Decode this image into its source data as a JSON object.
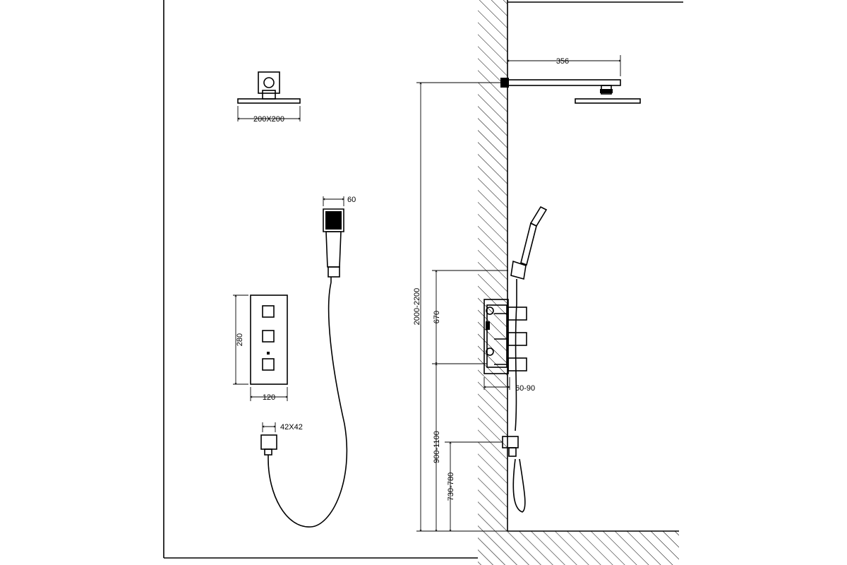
{
  "dimensions": {
    "shower_head_top_view": "200X200",
    "hand_shower_width": "60",
    "valve_height": "280",
    "valve_width": "120",
    "outlet_size": "42X42",
    "arm_length": "356",
    "head_height": "2000-2200",
    "hand_holder_offset": "670",
    "wall_depth": "60-90",
    "valve_height_from_floor": "900-1100",
    "outlet_height_from_floor": "730-780"
  },
  "colors": {
    "line": "#000000",
    "background": "#ffffff"
  }
}
